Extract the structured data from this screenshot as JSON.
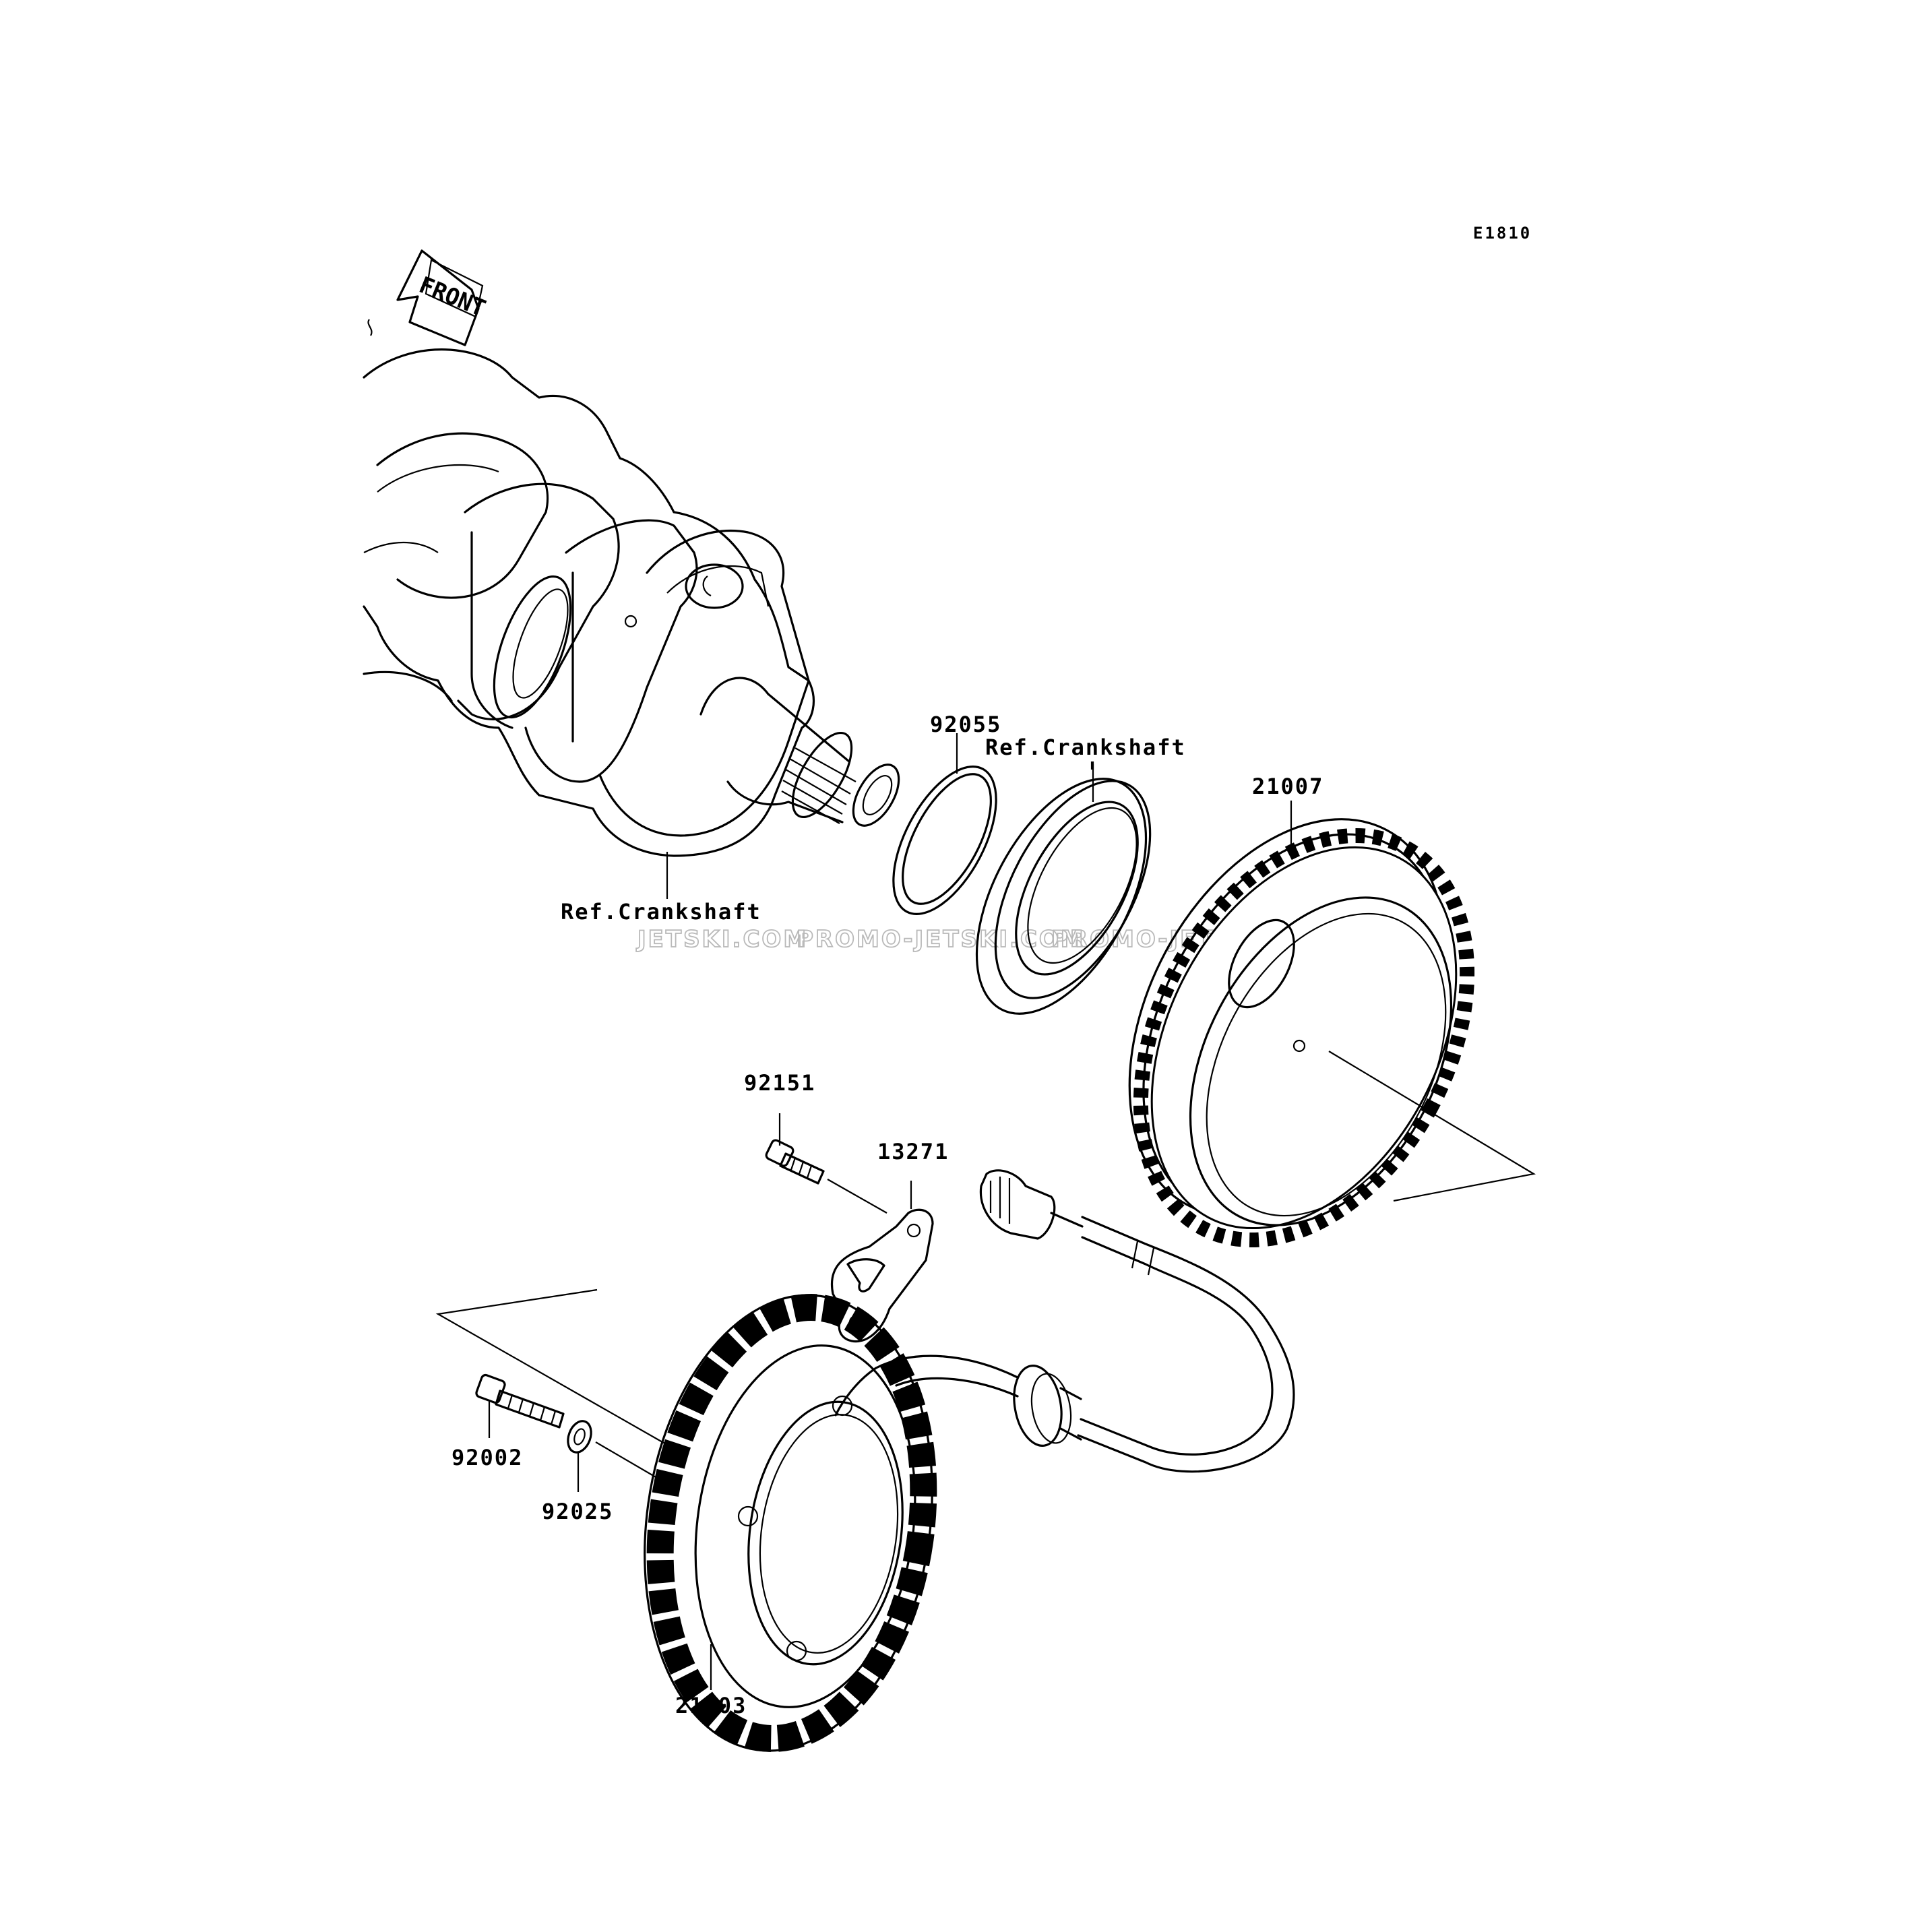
{
  "diagram_code": "E1810",
  "front_arrow_label": "FRONT",
  "watermark": {
    "segments": [
      "JETSKI.COM",
      "PROMO-JETSKI.COM",
      "PROMO-JETSKI.COM"
    ]
  },
  "callouts": {
    "ref_crankshaft_1": "Ref.Crankshaft",
    "ref_crankshaft_2": "Ref.Crankshaft",
    "p92055": "92055",
    "p21007": "21007",
    "p92151": "92151",
    "p13271": "13271",
    "p92002": "92002",
    "p92025": "92025",
    "p21003": "21003"
  }
}
